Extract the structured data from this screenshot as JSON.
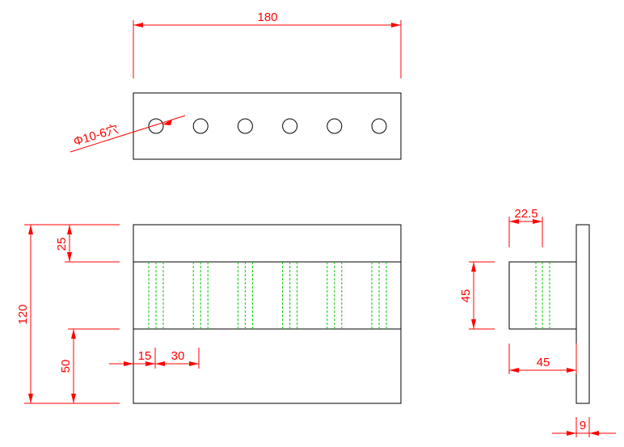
{
  "colors": {
    "outline": "#000000",
    "dimension": "#ff0000",
    "hidden_line": "#00cc00",
    "background": "#ffffff"
  },
  "labels": {
    "width_180": "180",
    "hole_note": "Φ10-6穴",
    "height_120": "120",
    "height_25": "25",
    "height_50": "50",
    "offset_15": "15",
    "pitch_30": "30",
    "side_22_5": "22.5",
    "side_45_vertical": "45",
    "side_45_horizontal": "45",
    "thickness_9": "9"
  },
  "holes": {
    "count": 6
  }
}
